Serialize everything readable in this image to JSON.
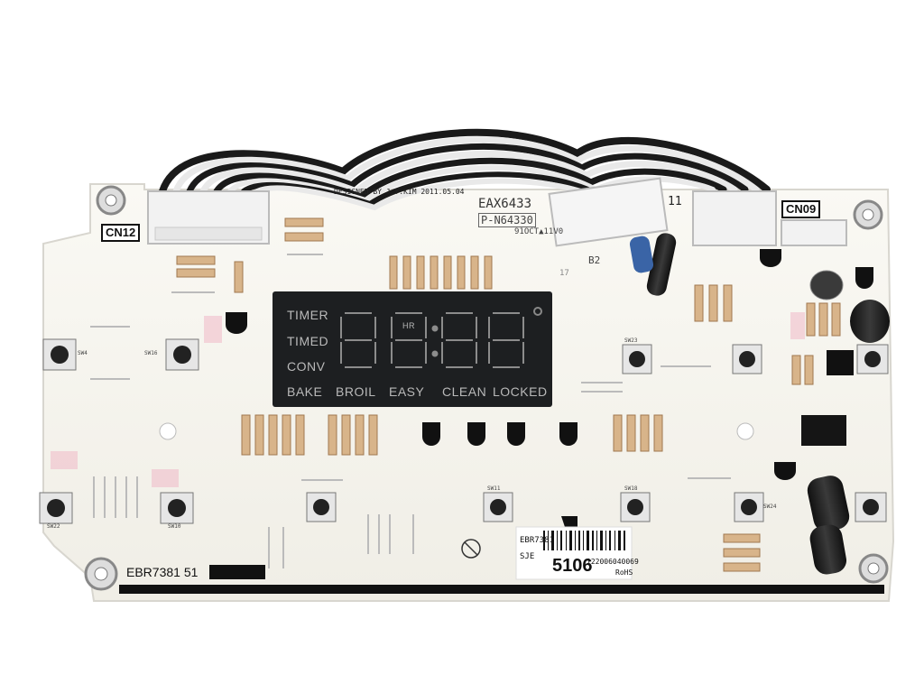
{
  "board": {
    "connectors": [
      "CN12",
      "CN09",
      "11"
    ],
    "designed_by": "DESIGNED BY J.Y.KIM 2011.05.04",
    "part_top": "EAX6433",
    "part_top2": "P-N64330",
    "date_code": "91OCT▲11V0",
    "b2": "B2",
    "bottom_left_code": "EBR7381 51",
    "sticker": {
      "line1": "EBR7381",
      "line2": "SJE",
      "big": "5106",
      "serial": "122006040069",
      "rohs": "RoHS"
    }
  },
  "display": {
    "left_labels": [
      "TIMER",
      "TIMED",
      "CONV"
    ],
    "bottom_labels": [
      "BAKE",
      "BROIL",
      "EASY",
      "CLEAN",
      "LOCKED"
    ],
    "hr": "HR"
  },
  "switch_labels": [
    "SW4",
    "SW16",
    "SW22",
    "SW10",
    "SW11",
    "SW18",
    "SW23",
    "SW24",
    "17"
  ],
  "colors": {
    "board": "#f7f5ef",
    "display": "#1d1f21",
    "display_text": "#b9b9b9",
    "wire_black": "#1a1a1a",
    "wire_white": "#e9e9e9",
    "resistor_body": "#d8b48a"
  }
}
